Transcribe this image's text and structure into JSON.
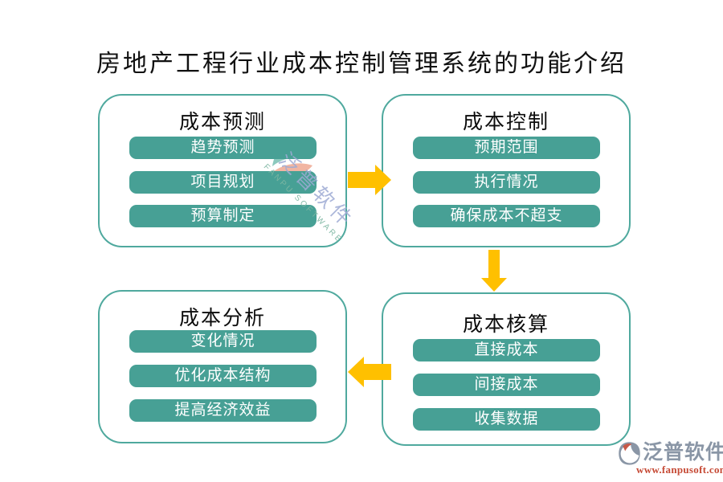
{
  "page": {
    "title": "房地产工程行业成本控制管理系统的功能介绍"
  },
  "diagram": {
    "boxes": [
      {
        "name": "cost-forecast",
        "title": "成本预测",
        "items": [
          "趋势预测",
          "项目规划",
          "预算制定"
        ]
      },
      {
        "name": "cost-control",
        "title": "成本控制",
        "items": [
          "预期范围",
          "执行情况",
          "确保成本不超支"
        ]
      },
      {
        "name": "cost-analysis",
        "title": "成本分析",
        "items": [
          "变化情况",
          "优化成本结构",
          "提高经济效益"
        ]
      },
      {
        "name": "cost-accounting",
        "title": "成本核算",
        "items": [
          "直接成本",
          "间接成本",
          "收集数据"
        ]
      }
    ],
    "flow": [
      {
        "from": "成本预测",
        "to": "成本控制",
        "icon": "arrow-right-icon"
      },
      {
        "from": "成本控制",
        "to": "成本核算",
        "icon": "arrow-down-icon"
      },
      {
        "from": "成本核算",
        "to": "成本分析",
        "icon": "arrow-left-icon"
      }
    ]
  },
  "watermark": {
    "text_cn": "泛普软件",
    "text_en": "FANPU SOFTWARE",
    "logo": "fanpu-watermark-logo-icon"
  },
  "footer": {
    "brand": "泛普软件",
    "url": "www.fanpusoft.com",
    "logo": "fanpu-logo-icon"
  },
  "colors": {
    "box_border": "#4fa99e",
    "item_bg": "#47a095",
    "item_text": "#ffffff",
    "arrow": "#ffc000",
    "title_text": "#111111",
    "brand_gray": "#8a96a6",
    "brand_red": "#c75948",
    "url_red": "#c64a35",
    "watermark_blue": "#9daad4",
    "watermark_green": "#7db6a2"
  }
}
